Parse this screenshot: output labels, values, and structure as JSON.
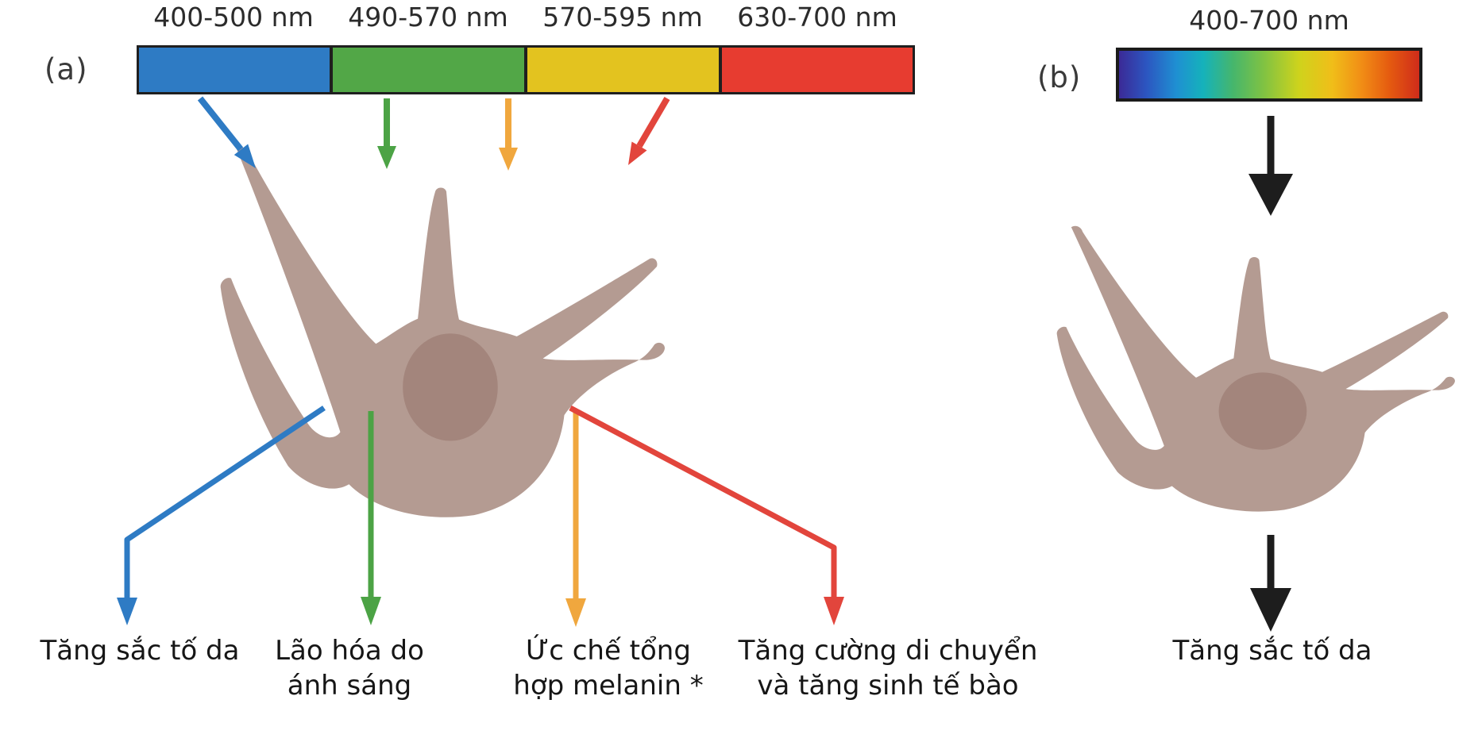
{
  "figure": {
    "panel_a_label": "(a)",
    "panel_b_label": "(b)",
    "background": "#ffffff"
  },
  "panel_a": {
    "bar_segments": [
      {
        "range": "400-500 nm",
        "band": "blue",
        "color": "#2e7bc4"
      },
      {
        "range": "490-570 nm",
        "band": "green",
        "color": "#52a747"
      },
      {
        "range": "570-595 nm",
        "band": "yellow",
        "color": "#e3c31f"
      },
      {
        "range": "630-700 nm",
        "band": "red",
        "color": "#e73c30"
      }
    ],
    "effects": [
      {
        "wavelength": "400-500 nm",
        "arrow_color": "#2e7bc4",
        "lines": [
          "Tăng sắc tố da",
          ""
        ]
      },
      {
        "wavelength": "490-570 nm",
        "arrow_color": "#4ca345",
        "lines": [
          "Lão hóa do",
          "ánh sáng"
        ]
      },
      {
        "wavelength": "570-595 nm",
        "arrow_color": "#f0a73e",
        "lines": [
          "Ức chế tổng",
          "hợp melanin *"
        ]
      },
      {
        "wavelength": "630-700 nm",
        "arrow_color": "#e2453c",
        "lines": [
          "Tăng cường di chuyển",
          "và tăng sinh tế bào"
        ]
      }
    ]
  },
  "panel_b": {
    "range": "400-700 nm",
    "spectrum_colors": [
      "#3b2a96",
      "#2c55c0",
      "#1f8fd2",
      "#15b2bb",
      "#46b66c",
      "#7fc243",
      "#cfd31c",
      "#f0be19",
      "#f18c15",
      "#e55b10",
      "#cf2c1a"
    ],
    "arrow_color": "#1d1d1d",
    "effect": {
      "lines": [
        "Tăng sắc tố da"
      ]
    }
  },
  "cell": {
    "name": "melanocyte",
    "body_color": "#b49b92",
    "nucleus_color": "#a3857c"
  }
}
